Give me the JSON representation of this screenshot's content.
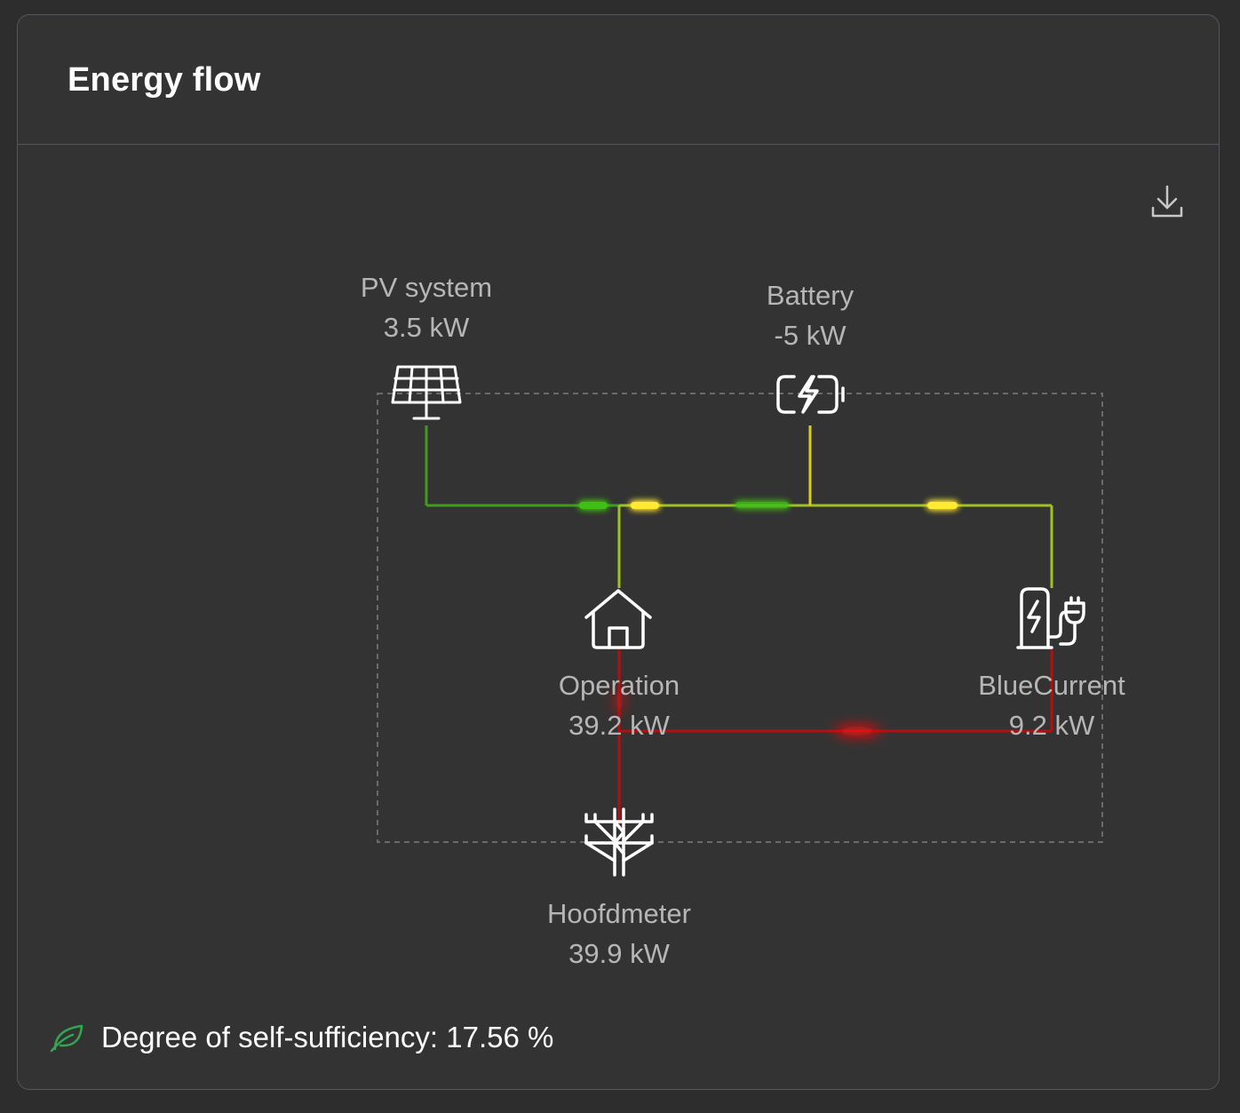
{
  "card": {
    "title": "Energy flow",
    "download_icon": "download-icon"
  },
  "nodes": {
    "pv": {
      "name": "PV system",
      "value": "3.5 kW",
      "icon": "solar-panel-icon"
    },
    "battery": {
      "name": "Battery",
      "value": "-5 kW",
      "icon": "battery-charging-icon"
    },
    "operation": {
      "name": "Operation",
      "value": "39.2 kW",
      "icon": "house-icon"
    },
    "charger": {
      "name": "BlueCurrent",
      "value": "9.2 kW",
      "icon": "ev-charger-icon"
    },
    "grid": {
      "name": "Hoofdmeter",
      "value": "39.9 kW",
      "icon": "power-pylon-icon"
    }
  },
  "flow_colors": {
    "solar": "#3f9c1c",
    "battery": "#d7cf1e",
    "mixed": "#9fc121",
    "grid": "#b50e10",
    "boundary": "#6a6a6a"
  },
  "footer": {
    "icon": "leaf-icon",
    "text": "Degree of self-sufficiency: 17.56 %"
  }
}
